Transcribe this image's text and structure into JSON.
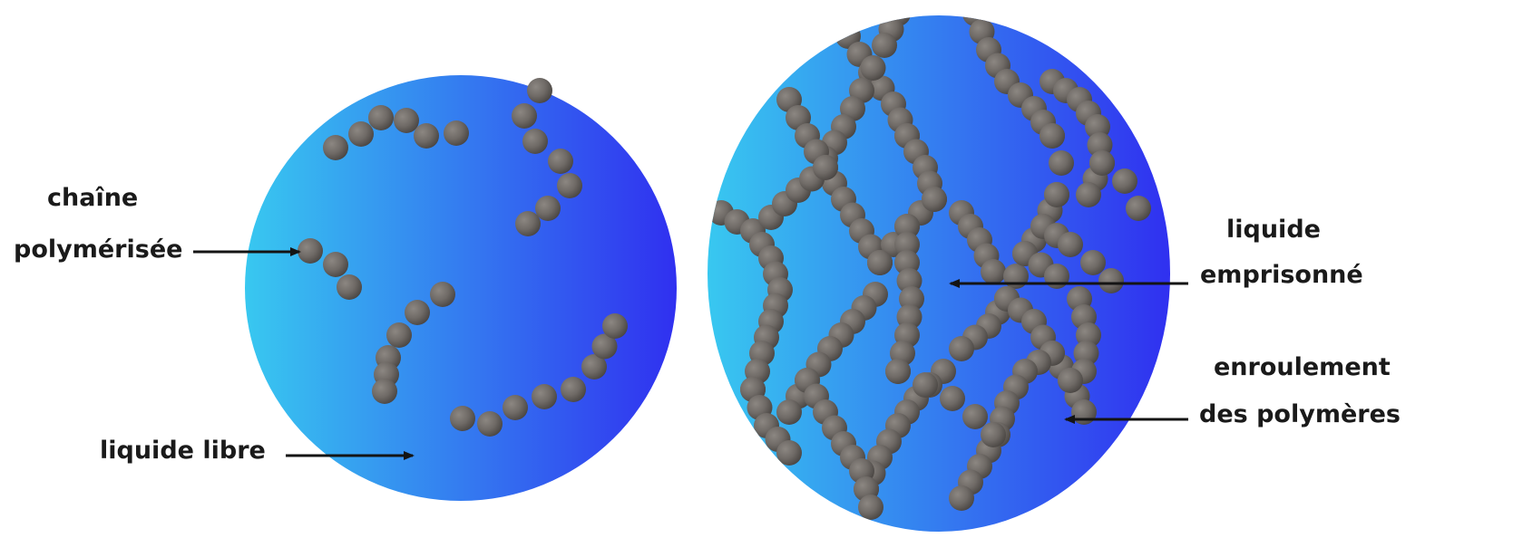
{
  "labels": {
    "chain_top": "chaîne",
    "chain_bottom": "polymérisée",
    "free_liquid": "liquide libre",
    "trapped_top": "liquide",
    "trapped_bottom": "emprisonné",
    "coiling_top": "enroulement",
    "coiling_bottom": "des polymères"
  },
  "colors": {
    "circle_light": "#38c8f0",
    "circle_dark": "#3030f0",
    "bead": "#6f6a66",
    "bead_highlight": "#8c8782",
    "bead_shadow": "#4a4643",
    "arrow": "#141414"
  }
}
